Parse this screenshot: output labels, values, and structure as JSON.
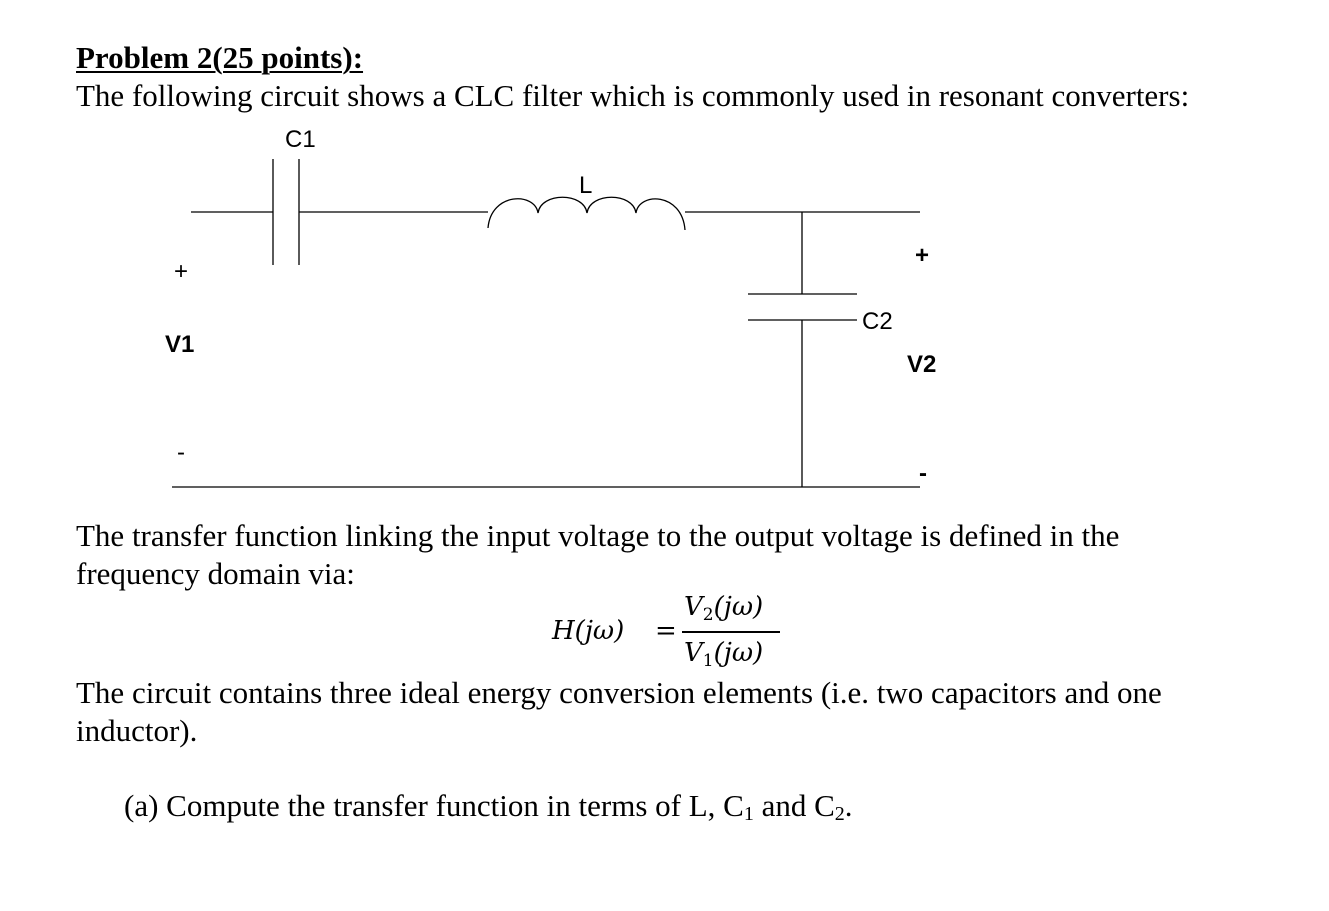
{
  "header": {
    "title": "Problem 2(25 points):",
    "intro": "The following circuit shows a CLC filter which is commonly used in resonant converters:"
  },
  "circuit": {
    "labels": {
      "c1": "C1",
      "l": "L",
      "c2": "C2",
      "v1": "V1",
      "v2": "V2",
      "v1_plus": "+",
      "v1_minus": "-",
      "v2_plus": "+",
      "v2_minus": "-"
    }
  },
  "body": {
    "transfer_line_1": "The transfer function linking the input voltage to the output voltage is defined in the",
    "transfer_line_2": "frequency domain via:",
    "elements_line_1": "The circuit contains three ideal energy conversion elements (i.e. two capacitors and one",
    "elements_line_2": "inductor)."
  },
  "equation": {
    "lhs": "H(jω)",
    "equals": "=",
    "num_var": "V",
    "num_sub": "2",
    "num_arg": "(jω)",
    "den_var": "V",
    "den_sub": "1",
    "den_arg": "(jω)"
  },
  "questions": {
    "part_a": {
      "prefix": "(a)  Compute the transfer function in terms of L, C",
      "sub1": "1",
      "middle": " and C",
      "sub2": "2",
      "suffix": "."
    }
  }
}
